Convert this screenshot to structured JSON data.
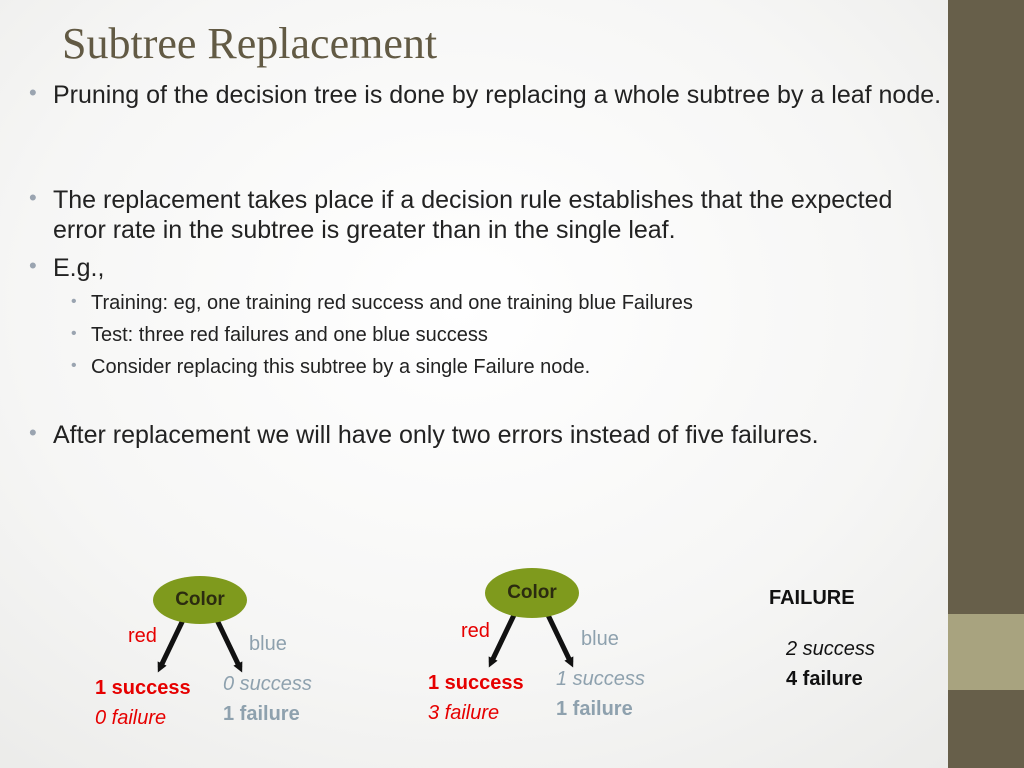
{
  "slide": {
    "title": "Subtree Replacement",
    "bullets": [
      {
        "level": 1,
        "text": "Pruning of the decision tree is done by replacing a whole subtree by a leaf node."
      },
      {
        "level": 1,
        "text": "The replacement takes place if a decision rule establishes that the expected error rate in the subtree is greater than in the single leaf."
      },
      {
        "level": 1,
        "text": "E.g.,"
      },
      {
        "level": 2,
        "text": "Training: eg, one training red success and one training blue Failures"
      },
      {
        "level": 2,
        "text": "Test: three red failures and one blue success"
      },
      {
        "level": 2,
        "text": "Consider replacing this subtree by a single Failure node."
      },
      {
        "level": 1,
        "text": "After replacement we will have only two errors instead of five failures."
      }
    ],
    "bullet_glyph": "•"
  },
  "trees": [
    {
      "root": "Color",
      "left_edge": "red",
      "right_edge": "blue",
      "left_leaf": {
        "success": "1 success",
        "failure": "0 failure"
      },
      "right_leaf": {
        "success": "0 success",
        "failure": "1 failure"
      }
    },
    {
      "root": "Color",
      "left_edge": "red",
      "right_edge": "blue",
      "left_leaf": {
        "success": "1 success",
        "failure": "3 failure"
      },
      "right_leaf": {
        "success": "1 success",
        "failure": "1 failure"
      }
    }
  ],
  "replacement": {
    "label": "FAILURE",
    "success": "2 success",
    "failure": "4 failure"
  },
  "colors": {
    "sidebar": "#675f4a",
    "sidebar_accent": "#a8a37f",
    "title": "#625a44",
    "node_fill": "#7f9a1d",
    "red_branch": "#e60000",
    "blue_branch": "#8ea1ae"
  }
}
